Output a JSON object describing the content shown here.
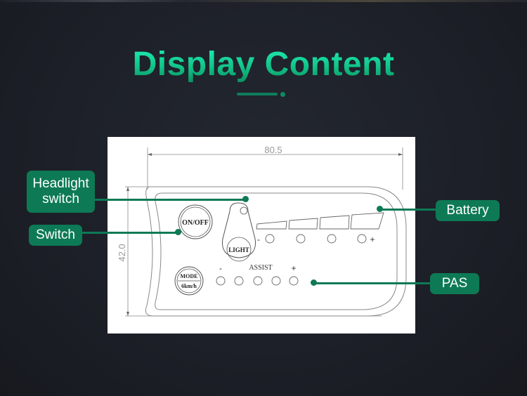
{
  "title": "Display Content",
  "dimensions": {
    "width": "80.5",
    "height": "42.0"
  },
  "display": {
    "onoff_button": "ON/OFF",
    "light_button": "LIGHT",
    "mode_button_top": "MODE",
    "mode_button_bottom": "6km/h",
    "battery_minus": "-",
    "battery_plus": "+",
    "assist_minus": "-",
    "assist_label": "ASSIST",
    "assist_plus": "+",
    "battery_segments": 4,
    "battery_indicators": 4,
    "assist_indicators": 5
  },
  "callouts": {
    "headlight": "Headlight switch",
    "headlight_line1": "Headlight",
    "headlight_line2": "switch",
    "switch": "Switch",
    "battery": "Battery",
    "pas": "PAS"
  },
  "colors": {
    "accent": "#0d7a55",
    "title_gradient_top": "#1ff2b6",
    "title_gradient_bottom": "#0a8a5c",
    "background": "#1d2028"
  }
}
